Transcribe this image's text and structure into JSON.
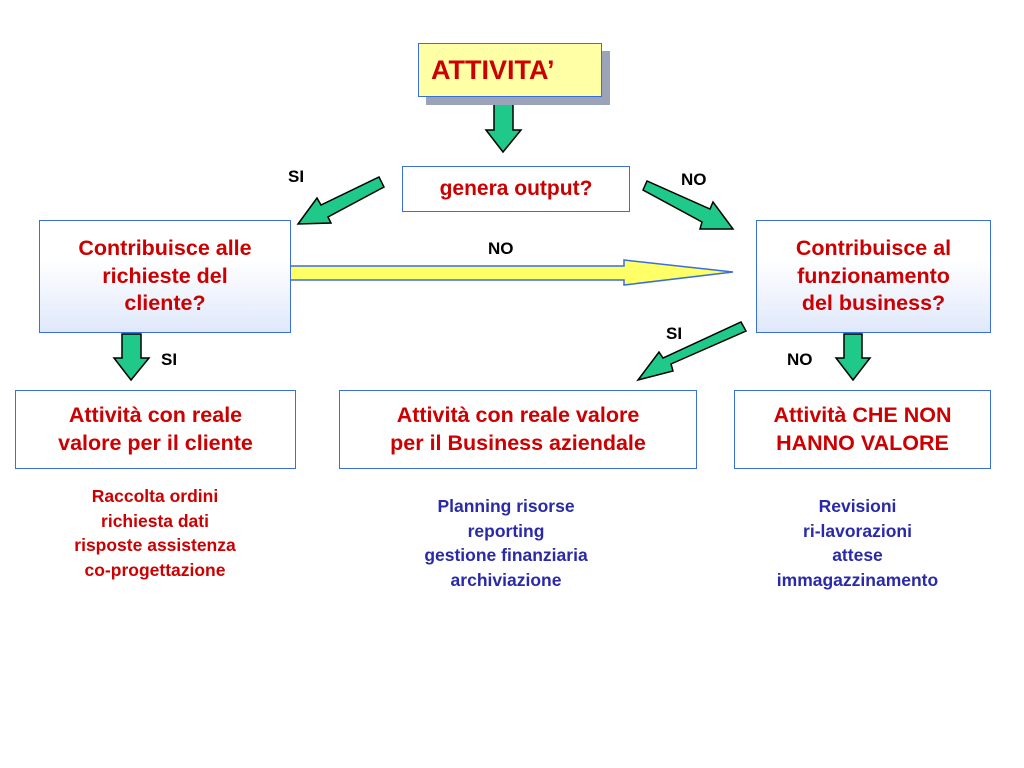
{
  "title": "ATTIVITA’",
  "question_output": "genera output?",
  "question_client": "Contribuisce alle\nrichieste del\ncliente?",
  "question_business": "Contribuisce al\nfunzionamento\ndel business?",
  "labels": {
    "si_left": "SI",
    "no_right": "NO",
    "no_middle": "NO",
    "si_client": "SI",
    "si_business": "SI",
    "no_business": "NO"
  },
  "results": {
    "client_value": "Attività con reale\nvalore per il cliente",
    "business_value": "Attività con reale valore\nper il Business aziendale",
    "no_value": "Attività CHE NON\nHANNO VALORE"
  },
  "examples": {
    "client": "Raccolta ordini\nrichiesta dati\nrisposte assistenza\nco-progettazione",
    "business": "Planning risorse\nreporting\ngestione finanziaria\narchiviazione",
    "no_value": "Revisioni\nri-lavorazioni\nattese\nimmagazzinamento"
  },
  "colors": {
    "box_text": "#cc0000",
    "box_border": "#3a6fd8",
    "title_fill": "#ffffa6",
    "arrow_green": "#1fc98a",
    "arrow_yellow": "#ffff66",
    "client_list": "#cc0000",
    "business_list": "#2a2aa8",
    "no_value_list": "#2a2aa8"
  },
  "icons": {
    "arrow_down": "down-arrow-icon",
    "arrow_diagonal": "diagonal-arrow-icon",
    "arrow_right": "right-arrow-icon"
  }
}
